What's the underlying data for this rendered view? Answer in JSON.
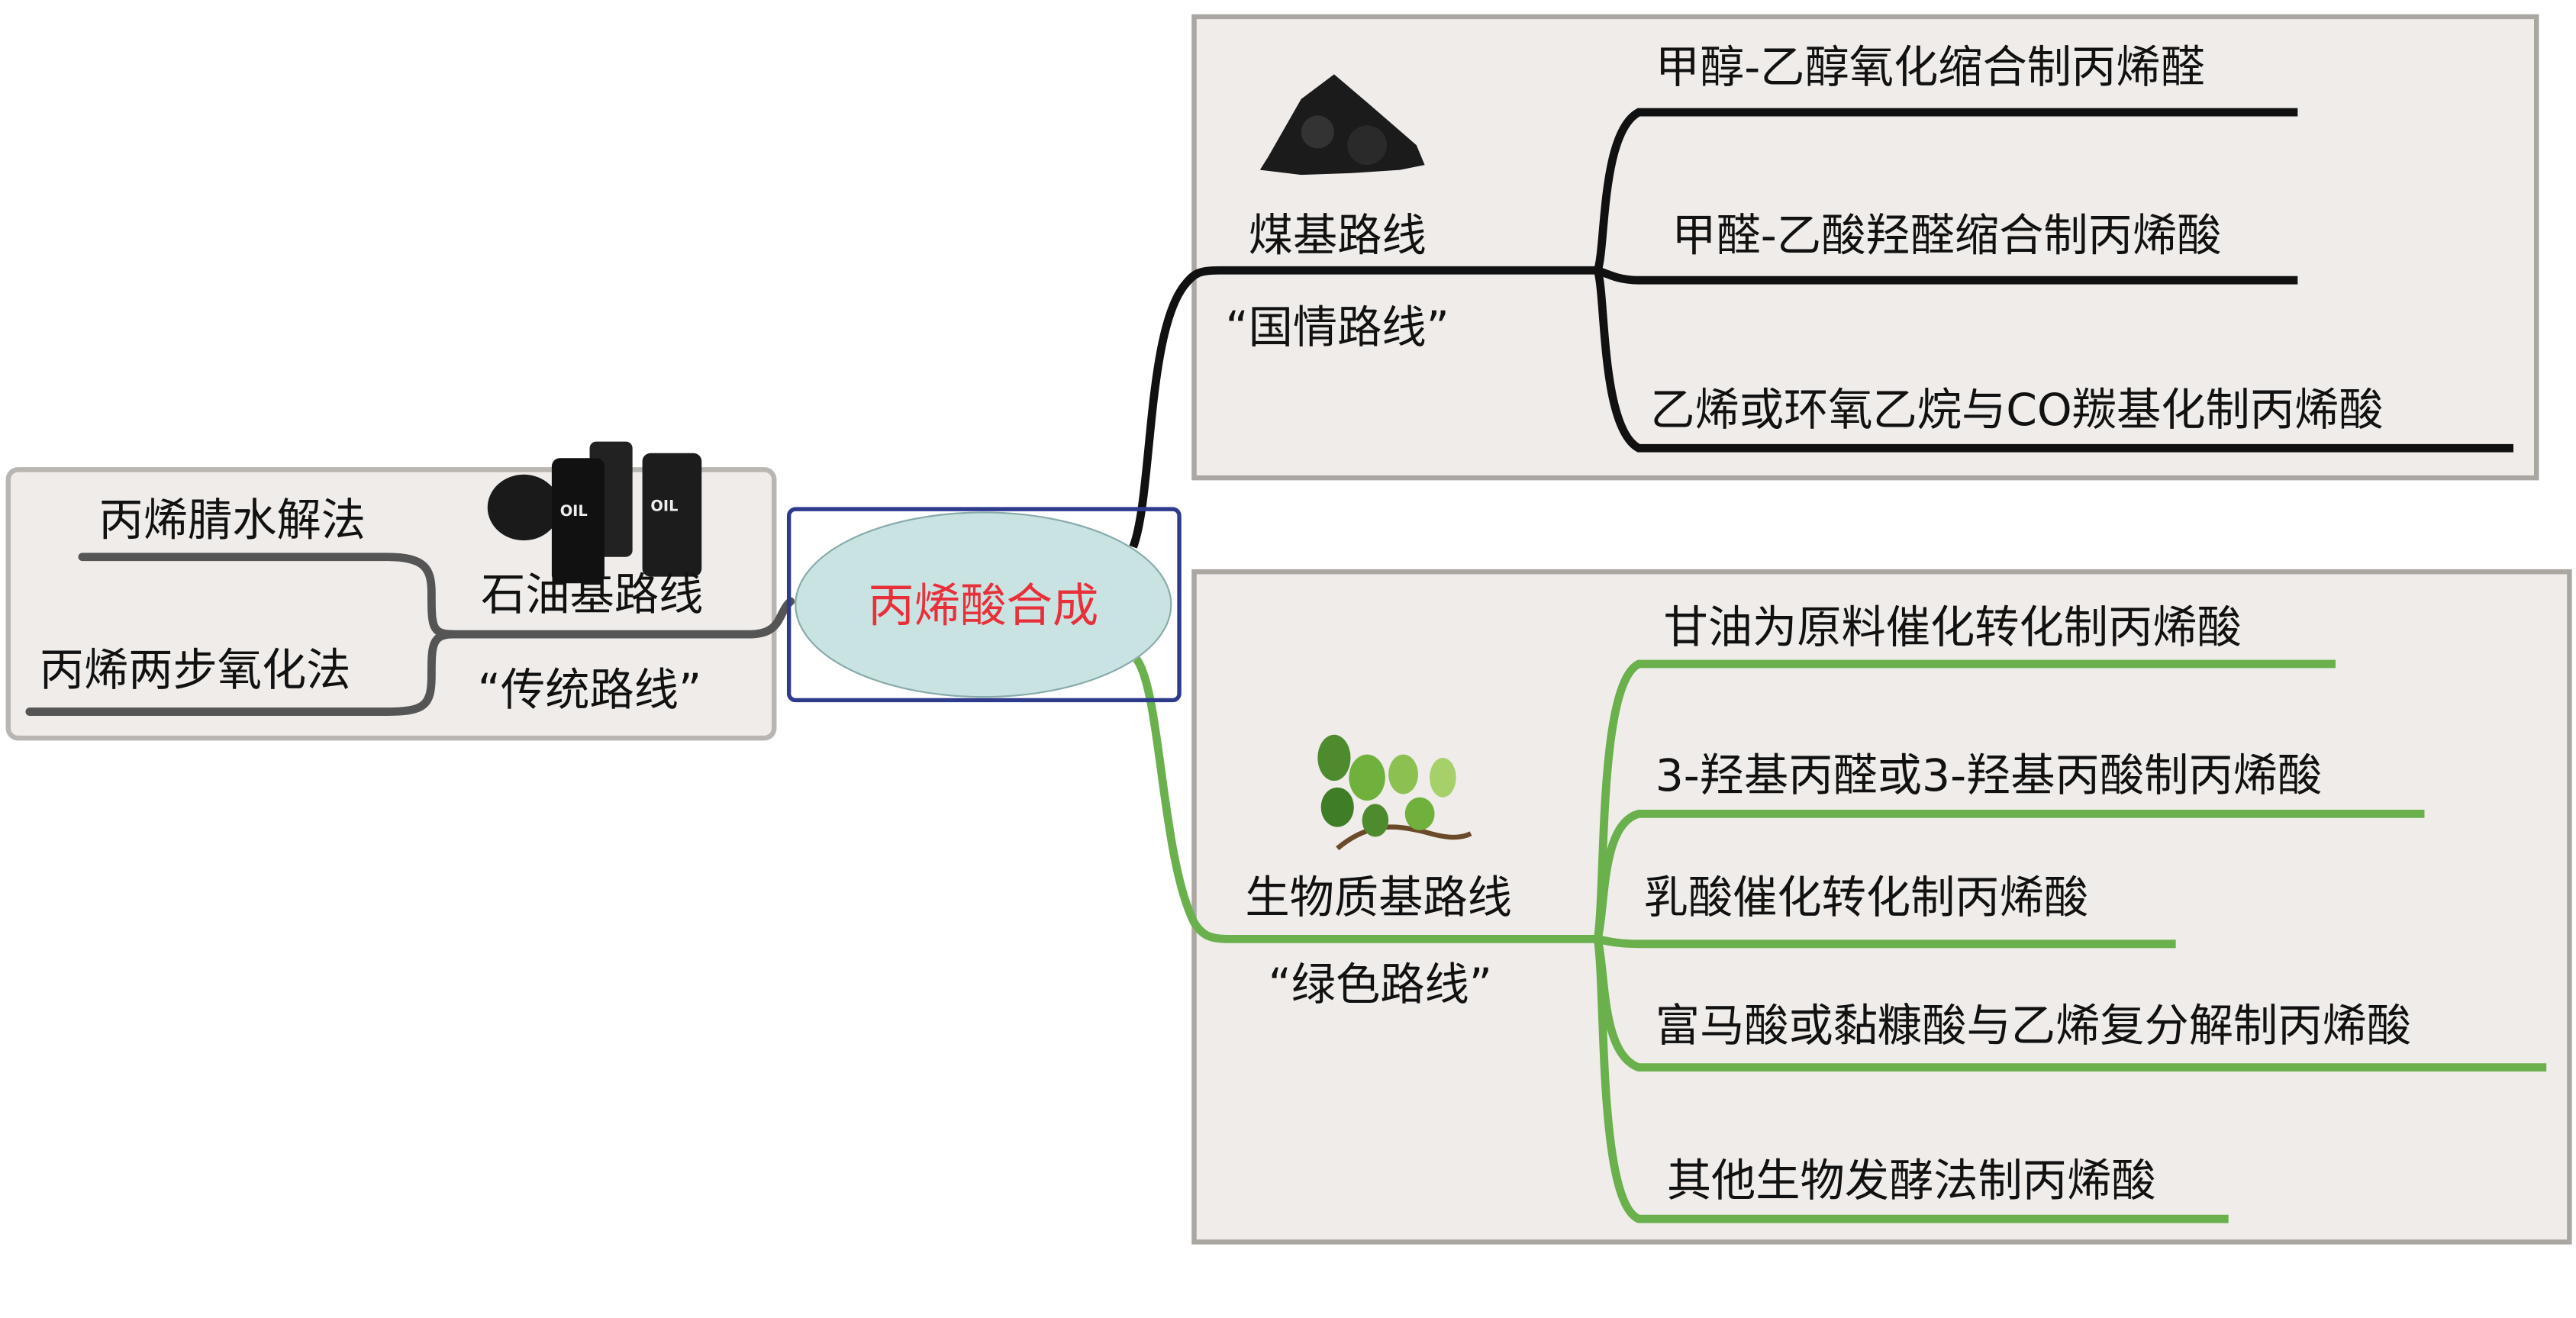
{
  "center": {
    "label": "丙烯酸合成"
  },
  "petroleum": {
    "name": "石油基路线",
    "tag": "“传统路线”",
    "icon": "oil-barrels-icon",
    "barrel_text": "OIL",
    "methods": [
      "丙烯腈水解法",
      "丙烯两步氧化法"
    ]
  },
  "coal": {
    "name": "煤基路线",
    "tag": "“国情路线”",
    "icon": "coal-icon",
    "methods": [
      "甲醇-乙醇氧化缩合制丙烯醛",
      "甲醛-乙酸羟醛缩合制丙烯酸",
      "乙烯或环氧乙烷与CO羰基化制丙烯酸"
    ]
  },
  "biomass": {
    "name": "生物质基路线",
    "tag": "“绿色路线”",
    "icon": "plant-icon",
    "methods": [
      "甘油为原料催化转化制丙烯酸",
      "3-羟基丙醛或3-羟基丙酸制丙烯酸",
      "乳酸催化转化制丙烯酸",
      "富马酸或黏糠酸与乙烯复分解制丙烯酸",
      "其他生物发酵法制丙烯酸"
    ]
  },
  "colors": {
    "coal_branch": "#111111",
    "bio_branch": "#6ab04c",
    "petro_branch": "#555555",
    "center_text": "#e8303a",
    "box_fill": "#efecea"
  }
}
